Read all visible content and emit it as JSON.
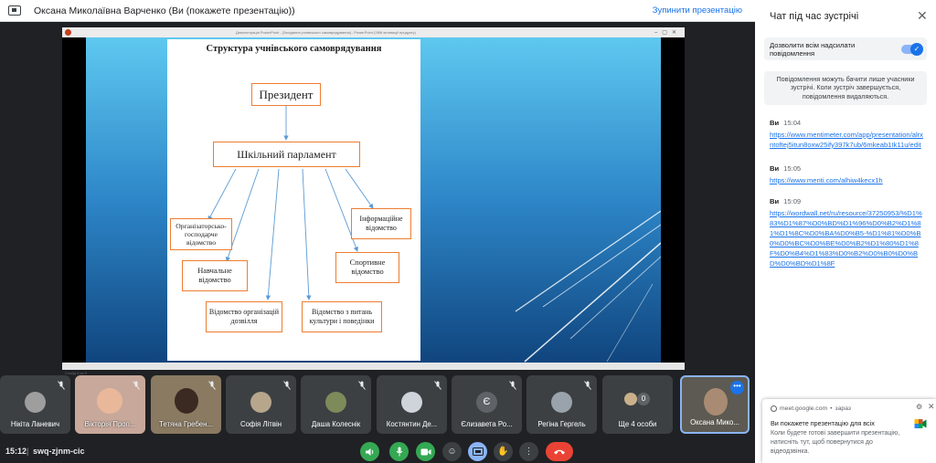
{
  "topbar": {
    "presenter": "Оксана Миколаївна Варченко (Ви (покажете презентацію))",
    "stop_label": "Зупинити презентацію"
  },
  "presentation_window": {
    "title": "Демонстрація PowerPoint - [Засідання учнівського самоврядування] - PowerPoint (Збій активації продукту)",
    "status": "Слайд 4 из 9"
  },
  "slide": {
    "title": "Структура учнівського самоврядування",
    "boxes": {
      "president": "Президент",
      "parliament": "Шкільний парламент",
      "org": "Організаторсько-господарче відомство",
      "info": "Інформаційне відомство",
      "edu": "Навчальне відомство",
      "sport": "Спортивне відомство",
      "leisure": "Відомство організацій дозвілля",
      "culture": "Відомство з питань культури і поведінки"
    }
  },
  "chat": {
    "title": "Чат під час зустрічі",
    "toggle_label": "Дозволити всім надсилати повідомлення",
    "toggle_on": true,
    "notice": "Повідомлення можуть бачити лише учасники зустрічі. Коли зустріч завершується, повідомлення видаляються.",
    "messages": [
      {
        "sender": "Ви",
        "time": "15:04",
        "text": "https://www.mentimeter.com/app/presentation/alrxntoftej5itun8oxw25ify397k7ub/6mkeab1tk11u/edit"
      },
      {
        "sender": "Ви",
        "time": "15:05",
        "text": "https://www.menti.com/alhiw4kecx1h"
      },
      {
        "sender": "Ви",
        "time": "15:09",
        "text": "https://wordwall.net/ru/resource/37250953/%D1%83%D1%87%D0%BD%D1%96%D0%B2%D1%81%D1%8C%D0%BA%D0%B5-%D1%81%D0%B0%D0%BC%D0%BE%D0%B2%D1%80%D1%8F%D0%B4%D1%83%D0%B2%D0%B0%D0%BD%D0%BD%D1%8F"
      }
    ]
  },
  "participants": [
    {
      "name": "Нікіта Ланевич",
      "muted": true
    },
    {
      "name": "Вікторія Проп...",
      "muted": true
    },
    {
      "name": "Тетяна Гребен...",
      "muted": true
    },
    {
      "name": "Софія Літвін",
      "muted": true
    },
    {
      "name": "Даша Колеснік",
      "muted": true
    },
    {
      "name": "Костянтин Де...",
      "muted": true
    },
    {
      "name": "Єлизавета Ро...",
      "initial": "Є",
      "muted": true
    },
    {
      "name": "Регіна Гергель",
      "muted": true
    },
    {
      "name": "Ще 4 особи",
      "count": "0"
    },
    {
      "name": "Оксана Мико..."
    }
  ],
  "bottombar": {
    "time": "15:12",
    "separator": "|",
    "meeting_code": "swq-zjnm-cic"
  },
  "toast": {
    "site": "meet.google.com",
    "time": "зараз",
    "title": "Ви покажете презентацію для всіх",
    "body": "Коли будете готові завершити презентацію, натисніть тут, щоб повернутися до відеодзвінка."
  },
  "colors": {
    "accent": "#1a73e8",
    "box_border": "#ed7d31",
    "end_call": "#ea4335",
    "active_control": "#34a853",
    "meet_background": "#202124"
  }
}
